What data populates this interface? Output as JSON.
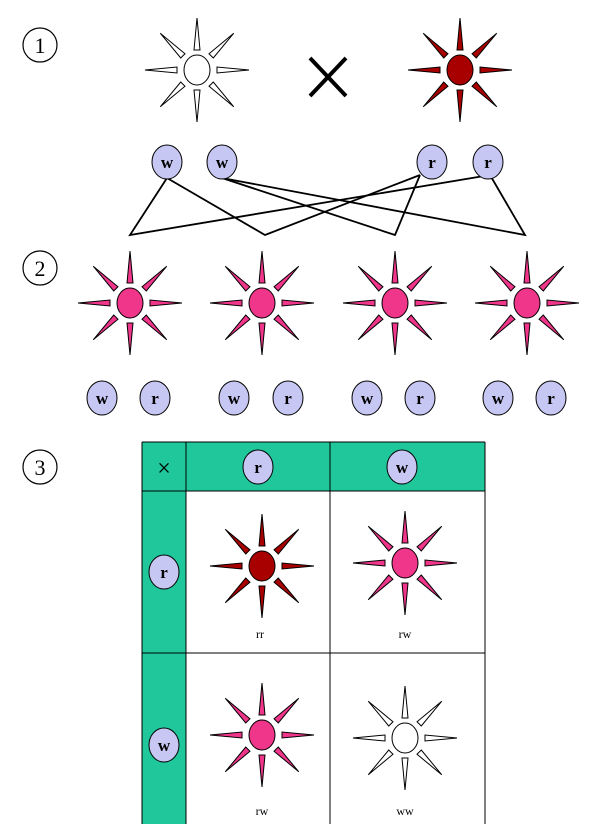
{
  "steps": [
    "1",
    "2",
    "3"
  ],
  "cross_symbol": "×",
  "colors": {
    "white_fill": "#ffffff",
    "red": "#a80000",
    "pink": "#f0368a",
    "allele_fill": "#c7c7f3",
    "table_green": "#1fc79a",
    "line": "#000000"
  },
  "parents": {
    "white_alleles": [
      "w",
      "w"
    ],
    "red_alleles": [
      "r",
      "r"
    ]
  },
  "offspring_alleles": [
    [
      "w",
      "r"
    ],
    [
      "w",
      "r"
    ],
    [
      "w",
      "r"
    ],
    [
      "w",
      "r"
    ]
  ],
  "punnett": {
    "corner": "×",
    "col_headers": [
      "r",
      "w"
    ],
    "row_headers": [
      "r",
      "w"
    ],
    "cells": [
      [
        "rr",
        "rw"
      ],
      [
        "rw",
        "ww"
      ]
    ]
  }
}
